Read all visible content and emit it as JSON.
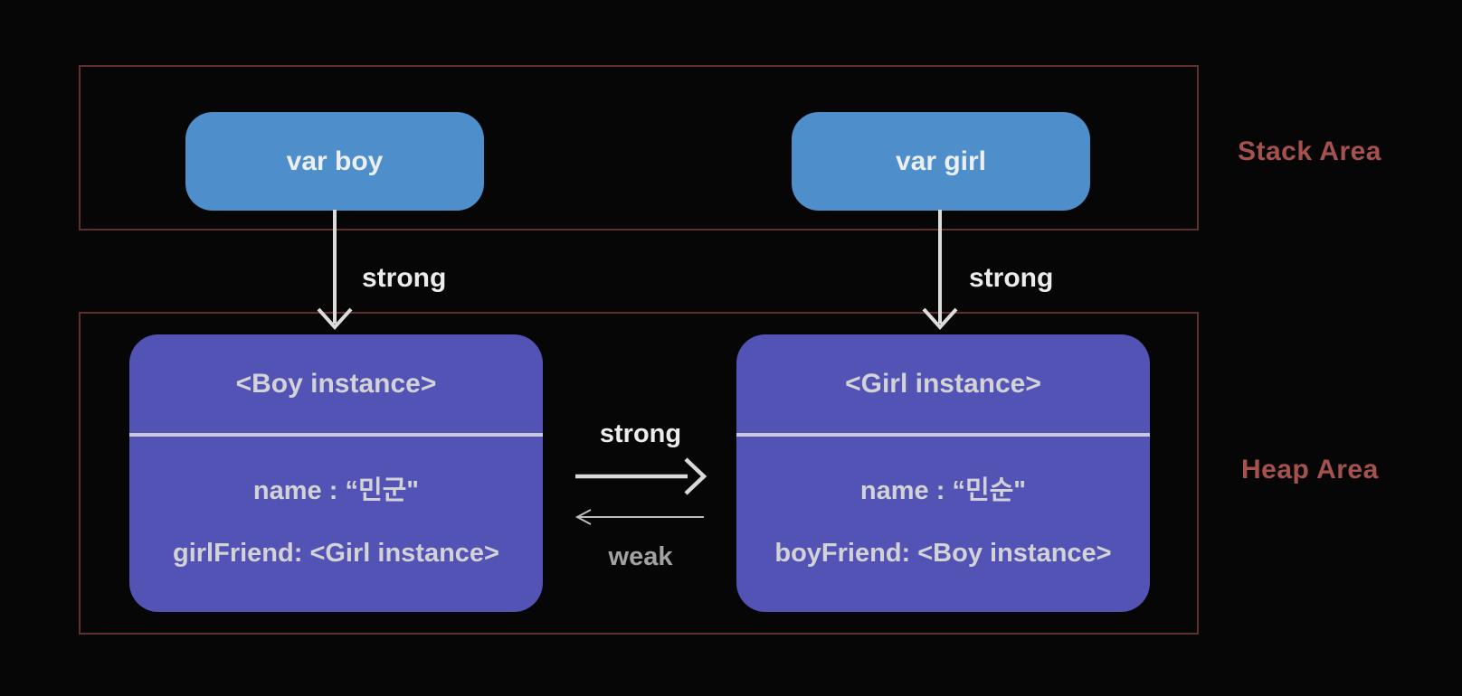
{
  "stack_area": {
    "label": "Stack Area",
    "variables": [
      {
        "name": "var boy"
      },
      {
        "name": "var girl"
      }
    ]
  },
  "heap_area": {
    "label": "Heap Area",
    "instances": [
      {
        "title": "<Boy instance>",
        "fields": [
          "name : “민군\"",
          "girlFriend: <Girl instance>"
        ]
      },
      {
        "title": "<Girl instance>",
        "fields": [
          "name : “민순\"",
          "boyFriend: <Boy instance>"
        ]
      }
    ]
  },
  "references": {
    "var_boy_to_boy_instance": "strong",
    "var_girl_to_girl_instance": "strong",
    "boy_instance_to_girl_instance": "strong",
    "girl_instance_to_boy_instance": "weak"
  },
  "colors": {
    "background": "#060606",
    "stack_variable_fill": "#4e8fcb",
    "instance_fill": "#5253b5",
    "area_border": "#5f302d",
    "area_label_text": "#a5524f",
    "variable_text": "#eceff0",
    "instance_text": "#d3d3d6",
    "strong_label_text": "#ececec",
    "weak_label_text": "#a2a2a2",
    "arrow_stroke": "#dcdcdc",
    "divider": "#c9c9da"
  }
}
